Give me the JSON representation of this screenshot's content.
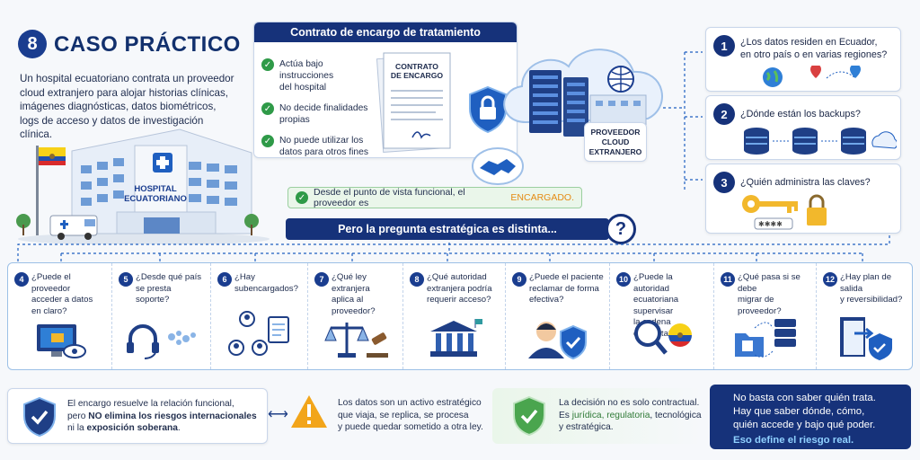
{
  "header": {
    "number": "8",
    "title": "CASO PRÁCTICO",
    "intro": [
      "Un hospital ecuatoriano contrata un proveedor",
      "cloud extranjero para alojar historias clínicas,",
      "imágenes diagnósticas, datos biométricos,",
      "logs de acceso y datos de investigación clínica."
    ]
  },
  "hospital": {
    "sign": [
      "HOSPITAL",
      "ECUATORIANO"
    ]
  },
  "contract": {
    "heading": "Contrato de encargo de tratamiento",
    "items": [
      [
        "Actúa bajo instrucciones",
        "del hospital"
      ],
      [
        "No decide finalidades",
        "propias"
      ],
      [
        "No puede utilizar los",
        "datos para otros fines"
      ]
    ],
    "doc_title": [
      "CONTRATO",
      "DE ENCARGO"
    ]
  },
  "provider": {
    "label": [
      "PROVEEDOR",
      "CLOUD",
      "EXTRANJERO"
    ]
  },
  "functional": {
    "prefix": "Desde el punto de vista funcional, el proveedor es",
    "highlight": "ENCARGADO."
  },
  "strategic": {
    "text": "Pero la pregunta estratégica es distinta...",
    "badge": "?"
  },
  "right_questions": [
    {
      "n": "1",
      "lines": [
        "¿Los datos residen en Ecuador,",
        "en otro país o en varias regiones?"
      ]
    },
    {
      "n": "2",
      "lines": [
        "¿Dónde están los backups?"
      ]
    },
    {
      "n": "3",
      "lines": [
        "¿Quién administra las claves?"
      ]
    }
  ],
  "row_questions": [
    {
      "n": "4",
      "lines": [
        "¿Puede el proveedor",
        "acceder a datos",
        "en claro?"
      ]
    },
    {
      "n": "5",
      "lines": [
        "¿Desde qué país",
        "se presta",
        "soporte?"
      ]
    },
    {
      "n": "6",
      "lines": [
        "¿Hay",
        "subencargados?"
      ]
    },
    {
      "n": "7",
      "lines": [
        "¿Qué ley extranjera",
        "aplica al",
        "proveedor?"
      ]
    },
    {
      "n": "8",
      "lines": [
        "¿Qué autoridad",
        "extranjera podría",
        "requerir acceso?"
      ]
    },
    {
      "n": "9",
      "lines": [
        "¿Puede el paciente",
        "reclamar de forma",
        "efectiva?"
      ]
    },
    {
      "n": "10",
      "lines": [
        "¿Puede la autoridad",
        "ecuatoriana supervisar",
        "la cadena completa?"
      ]
    },
    {
      "n": "11",
      "lines": [
        "¿Qué pasa si se debe",
        "migrar de proveedor?"
      ]
    },
    {
      "n": "12",
      "lines": [
        "¿Hay plan de salida",
        "y reversibilidad?"
      ]
    }
  ],
  "summary": {
    "s1": {
      "a": "El encargo resuelve la relación funcional,",
      "b1": "pero ",
      "b2": "NO elimina los riesgos internacionales",
      "c1": "ni la ",
      "c2": "exposición soberana",
      "c3": "."
    },
    "s2": [
      "Los datos son un activo estratégico",
      "que viaja, se replica, se procesa",
      "y puede quedar sometido a otra ley."
    ],
    "s3": {
      "a": "La decisión no es solo contractual.",
      "b1": "Es ",
      "b2": "jurídica, regulatoria",
      "b3": ", tecnológica",
      "c": "y estratégica."
    },
    "final": {
      "lines": [
        "No basta con saber quién trata.",
        "Hay que saber dónde, cómo,",
        "quién accede y bajo qué poder."
      ],
      "emph": "Eso define el riesgo real."
    }
  },
  "colors": {
    "navy": "#16327a",
    "green": "#2f9a48",
    "orange": "#e58a13",
    "light_blue": "#8fd0ff"
  }
}
